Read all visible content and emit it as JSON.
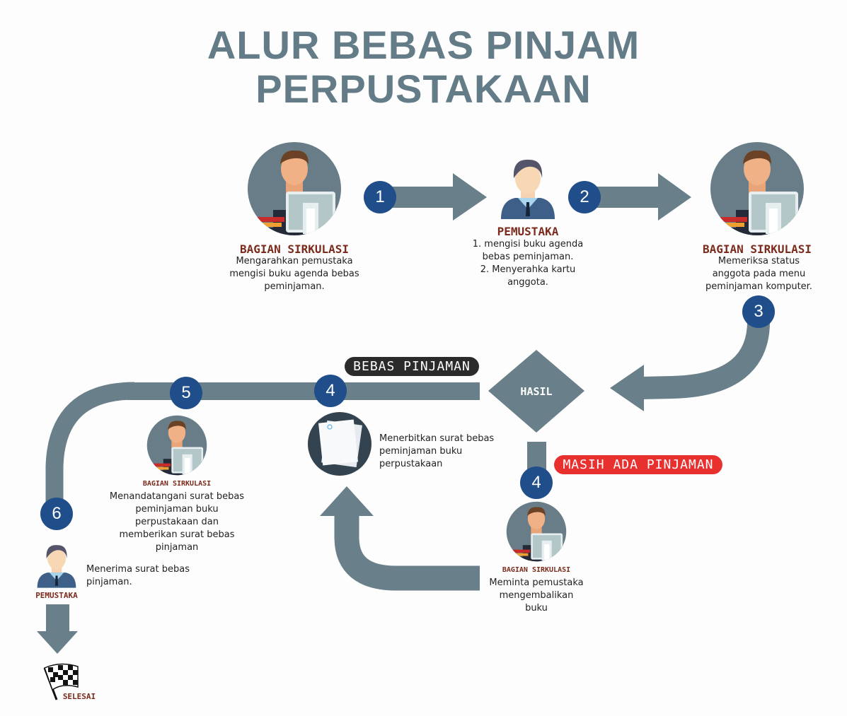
{
  "title": {
    "line1": "ALUR BEBAS PINJAM",
    "line2": "PERPUSTAKAAN"
  },
  "steps": {
    "s1": {
      "actor": "BAGIAN SIRKULASI",
      "desc": "Mengarahkan pemustaka mengisi buku agenda bebas peminjaman."
    },
    "s2": {
      "actor": "PEMUSTAKA",
      "desc1": "1. mengisi buku agenda bebas peminjaman.",
      "desc2": "2. Menyerahka kartu anggota."
    },
    "s3": {
      "actor": "BAGIAN SIRKULASI",
      "desc": "Memeriksa status anggota pada menu peminjaman komputer."
    },
    "decision": "HASIL",
    "branch_ok": "BEBAS PINJAMAN",
    "branch_no": "MASIH ADA PINJAMAN",
    "s4a": {
      "desc": "Menerbitkan surat bebas peminjaman buku perpustakaan"
    },
    "s4b": {
      "actor": "BAGIAN SIRKULASI",
      "desc": "Meminta pemustaka mengembalikan buku"
    },
    "s5": {
      "actor": "BAGIAN SIRKULASI",
      "desc": "Menandatangani surat bebas peminjaman buku perpustakaan dan memberikan surat bebas pinjaman"
    },
    "s6": {
      "actor": "PEMUSTAKA",
      "desc": "Menerima surat bebas pinjaman."
    },
    "end": "SELESAI"
  },
  "badges": [
    "1",
    "2",
    "3",
    "4",
    "5",
    "6",
    "4"
  ],
  "colors": {
    "arrow": "#697f89",
    "badge": "#1f4e8a",
    "label": "#7b2a1c",
    "title": "#637c87",
    "alert": "#e8302f"
  }
}
